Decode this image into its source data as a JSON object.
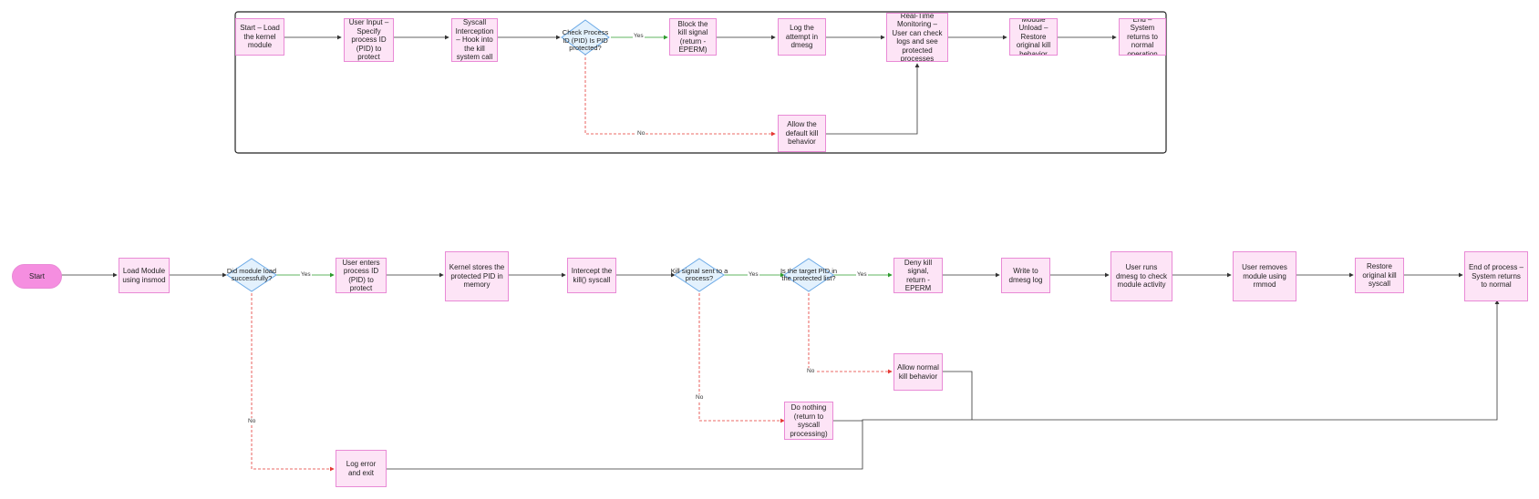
{
  "top_flow": {
    "start_load": "Start – Load the kernel module",
    "user_input": "User Input – Specify process ID (PID) to protect",
    "syscall_interception": "Syscall Interception – Hook into the kill system call",
    "check_pid": "Check Process ID (PID) Is PID protected?",
    "block_kill": "Block the kill signal (return -EPERM)",
    "log_attempt": "Log the attempt in dmesg",
    "realtime_monitoring": "Real-Time Monitoring – User can check logs and see protected processes",
    "module_unload": "Module Unload – Restore original kill behavior",
    "end": "End – System returns to normal operation",
    "allow_default": "Allow the default kill behavior",
    "yes_label": "Yes",
    "no_label": "No"
  },
  "bottom_flow": {
    "start": "Start",
    "load_module": "Load Module using insmod",
    "did_load": "Did module load successfully?",
    "user_enters_pid": "User enters process ID (PID) to protect",
    "kernel_stores": "Kernel stores the protected PID in memory",
    "intercept_kill": "Intercept the kill() syscall",
    "kill_signal_sent": "Kill signal sent to a process?",
    "is_target_protected": "Is the target PID in the protected list?",
    "deny_kill": "Deny kill signal, return -EPERM",
    "write_dmesg": "Write to dmesg log",
    "user_runs_dmesg": "User runs dmesg to check module activity",
    "user_removes": "User removes module using rmmod",
    "restore_syscall": "Restore original kill syscall",
    "end_process": "End of process – System returns to normal",
    "allow_normal": "Allow normal kill behavior",
    "do_nothing": "Do nothing (return to syscall processing)",
    "log_error": "Log error and exit",
    "yes_label_1": "Yes",
    "yes_label_2": "Yes",
    "yes_label_3": "Yes",
    "no_label_1": "No",
    "no_label_2": "No",
    "no_label_3": "No"
  },
  "colors": {
    "node_fill": "#fde4f6",
    "node_border": "#e98ad6",
    "decision_fill": "#e3f1fd",
    "decision_border": "#6aa9e6",
    "yes_edge": "#2e9b2e",
    "no_edge": "#e53935",
    "default_edge": "#333333",
    "start_fill": "#f58ee0"
  }
}
